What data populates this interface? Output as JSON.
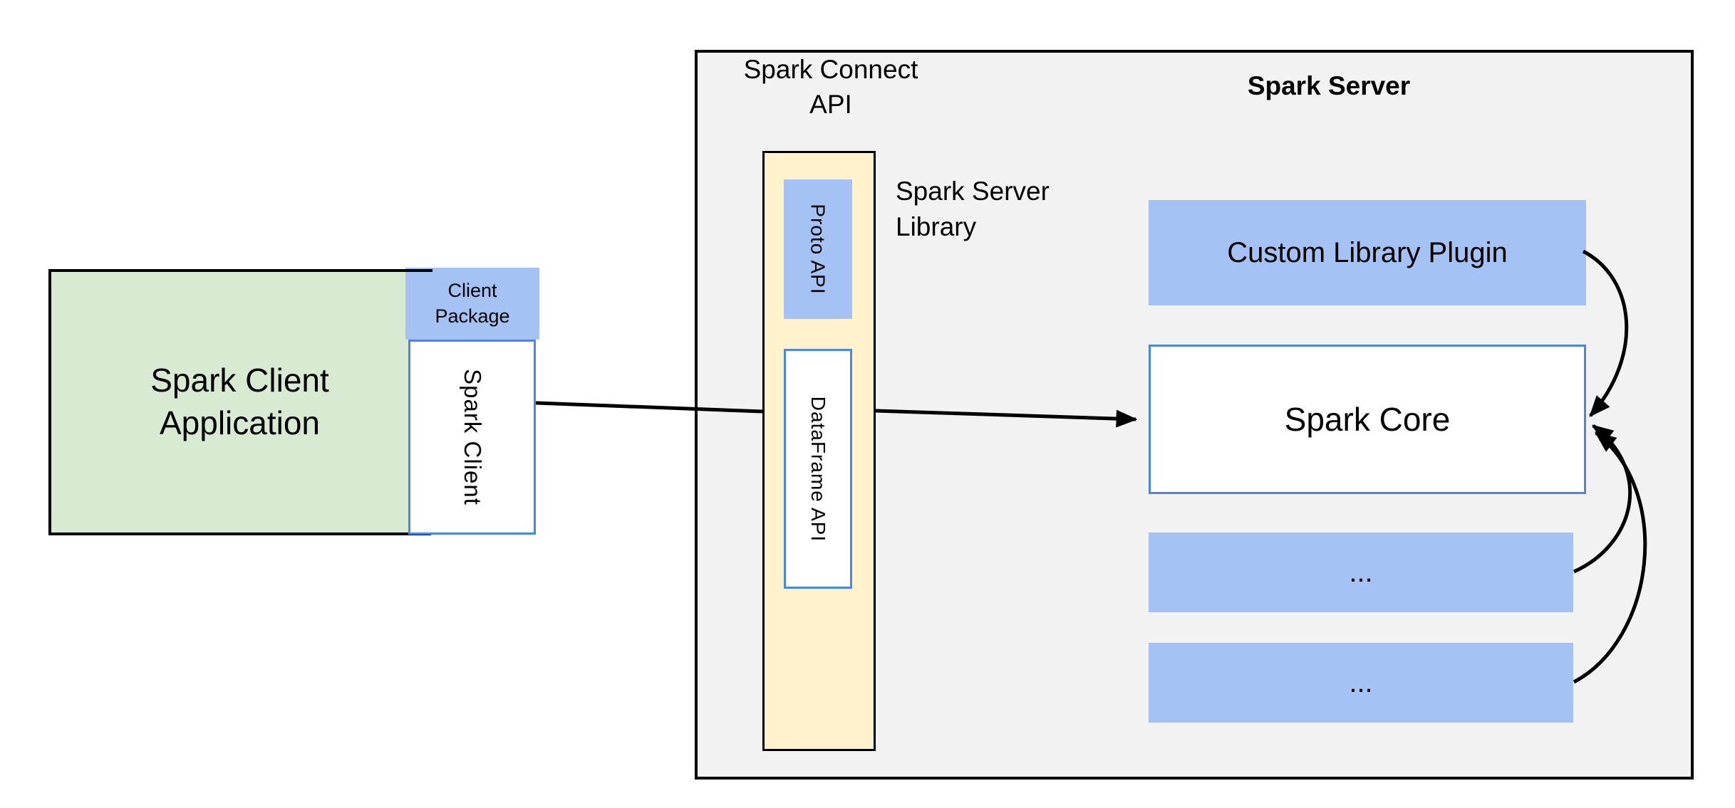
{
  "palette": {
    "background": "#ffffff",
    "panel_gray": "#f2f2f2",
    "box_blue": "#a4c2f4",
    "box_green": "#d9ead3",
    "box_yellow": "#fff2cc",
    "border_blue": "#4a86e8",
    "border_black": "#000000",
    "text_black": "#000000"
  },
  "client": {
    "app": {
      "line1": "Spark Client",
      "line2": "Application"
    },
    "package": {
      "line1": "Client",
      "line2": "Package"
    },
    "spark_client": {
      "label": "Spark Client"
    }
  },
  "connect": {
    "api_title": {
      "line1": "Spark Connect",
      "line2": "API"
    },
    "proto_api": {
      "label": "Proto API"
    },
    "dataframe_api": {
      "label": "DataFrame API"
    },
    "server_library": {
      "line1": "Spark Server",
      "line2": "Library"
    }
  },
  "server": {
    "title": "Spark Server",
    "custom_plugin": {
      "label": "Custom Library Plugin"
    },
    "spark_core": {
      "label": "Spark Core"
    },
    "plugin_slot_1": {
      "label": "..."
    },
    "plugin_slot_2": {
      "label": "..."
    }
  }
}
